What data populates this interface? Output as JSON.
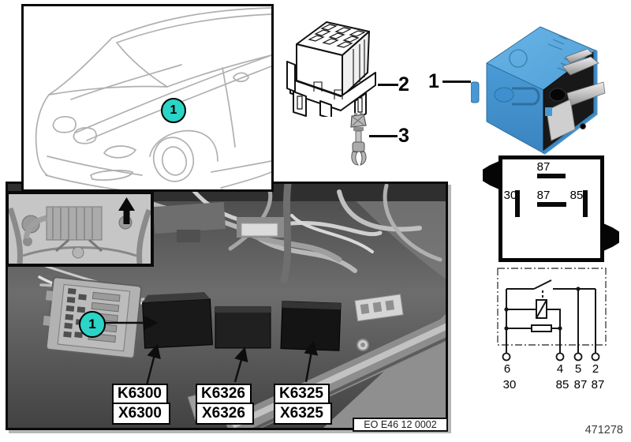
{
  "colors": {
    "callout_fill": "#2bd4c6",
    "relay_blue": "#4799d6",
    "line_art_gray": "#b0b0b0"
  },
  "callouts": {
    "car_item": "1",
    "photo_item": "1",
    "relay_item": "1",
    "socket_item": "2",
    "sensor_item": "3"
  },
  "pin_diagram": {
    "top_label": "87",
    "left_label": "30",
    "center_label": "87",
    "right_label": "85"
  },
  "schematic": {
    "pins": [
      "6",
      "4",
      "5",
      "2"
    ],
    "terminals": [
      "30",
      "85",
      "87",
      "87"
    ]
  },
  "relay_labels": [
    {
      "relay": "K6300",
      "connector": "X6300"
    },
    {
      "relay": "K6326",
      "connector": "X6326"
    },
    {
      "relay": "K6325",
      "connector": "X6325"
    }
  ],
  "footer": {
    "drawing_code": "EO E46 12 0002",
    "image_number": "471278"
  }
}
